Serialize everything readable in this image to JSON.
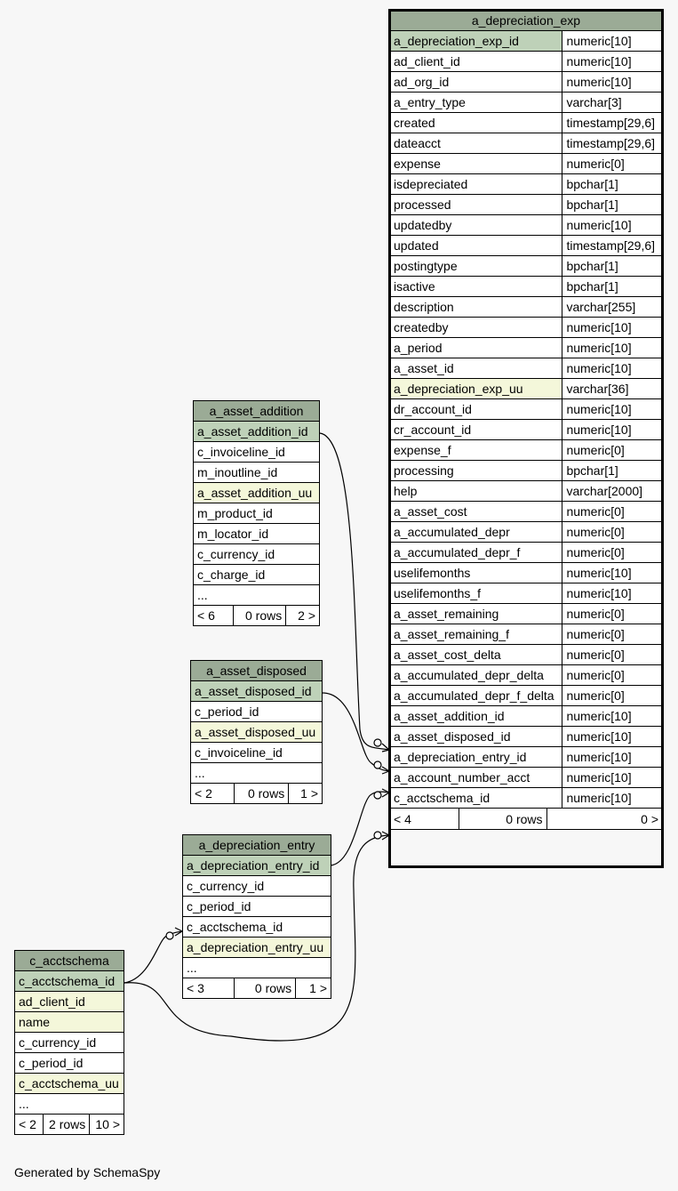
{
  "tables": {
    "depreciation_exp": {
      "title": "a_depreciation_exp",
      "rows": [
        {
          "name": "a_depreciation_exp_id",
          "type": "numeric[10]",
          "kind": "pk"
        },
        {
          "name": "ad_client_id",
          "type": "numeric[10]",
          "kind": ""
        },
        {
          "name": "ad_org_id",
          "type": "numeric[10]",
          "kind": ""
        },
        {
          "name": "a_entry_type",
          "type": "varchar[3]",
          "kind": ""
        },
        {
          "name": "created",
          "type": "timestamp[29,6]",
          "kind": ""
        },
        {
          "name": "dateacct",
          "type": "timestamp[29,6]",
          "kind": ""
        },
        {
          "name": "expense",
          "type": "numeric[0]",
          "kind": ""
        },
        {
          "name": "isdepreciated",
          "type": "bpchar[1]",
          "kind": ""
        },
        {
          "name": "processed",
          "type": "bpchar[1]",
          "kind": ""
        },
        {
          "name": "updatedby",
          "type": "numeric[10]",
          "kind": ""
        },
        {
          "name": "updated",
          "type": "timestamp[29,6]",
          "kind": ""
        },
        {
          "name": "postingtype",
          "type": "bpchar[1]",
          "kind": ""
        },
        {
          "name": "isactive",
          "type": "bpchar[1]",
          "kind": ""
        },
        {
          "name": "description",
          "type": "varchar[255]",
          "kind": ""
        },
        {
          "name": "createdby",
          "type": "numeric[10]",
          "kind": ""
        },
        {
          "name": "a_period",
          "type": "numeric[10]",
          "kind": ""
        },
        {
          "name": "a_asset_id",
          "type": "numeric[10]",
          "kind": ""
        },
        {
          "name": "a_depreciation_exp_uu",
          "type": "varchar[36]",
          "kind": "uu"
        },
        {
          "name": "dr_account_id",
          "type": "numeric[10]",
          "kind": ""
        },
        {
          "name": "cr_account_id",
          "type": "numeric[10]",
          "kind": ""
        },
        {
          "name": "expense_f",
          "type": "numeric[0]",
          "kind": ""
        },
        {
          "name": "processing",
          "type": "bpchar[1]",
          "kind": ""
        },
        {
          "name": "help",
          "type": "varchar[2000]",
          "kind": ""
        },
        {
          "name": "a_asset_cost",
          "type": "numeric[0]",
          "kind": ""
        },
        {
          "name": "a_accumulated_depr",
          "type": "numeric[0]",
          "kind": ""
        },
        {
          "name": "a_accumulated_depr_f",
          "type": "numeric[0]",
          "kind": ""
        },
        {
          "name": "uselifemonths",
          "type": "numeric[10]",
          "kind": ""
        },
        {
          "name": "uselifemonths_f",
          "type": "numeric[10]",
          "kind": ""
        },
        {
          "name": "a_asset_remaining",
          "type": "numeric[0]",
          "kind": ""
        },
        {
          "name": "a_asset_remaining_f",
          "type": "numeric[0]",
          "kind": ""
        },
        {
          "name": "a_asset_cost_delta",
          "type": "numeric[0]",
          "kind": ""
        },
        {
          "name": "a_accumulated_depr_delta",
          "type": "numeric[0]",
          "kind": ""
        },
        {
          "name": "a_accumulated_depr_f_delta",
          "type": "numeric[0]",
          "kind": ""
        },
        {
          "name": "a_asset_addition_id",
          "type": "numeric[10]",
          "kind": ""
        },
        {
          "name": "a_asset_disposed_id",
          "type": "numeric[10]",
          "kind": ""
        },
        {
          "name": "a_depreciation_entry_id",
          "type": "numeric[10]",
          "kind": ""
        },
        {
          "name": "a_account_number_acct",
          "type": "numeric[10]",
          "kind": ""
        },
        {
          "name": "c_acctschema_id",
          "type": "numeric[10]",
          "kind": ""
        }
      ],
      "footer": {
        "parents": "< 4",
        "rows": "0 rows",
        "children": "0 >"
      }
    },
    "asset_addition": {
      "title": "a_asset_addition",
      "rows": [
        {
          "name": "a_asset_addition_id",
          "kind": "pk"
        },
        {
          "name": "c_invoiceline_id",
          "kind": ""
        },
        {
          "name": "m_inoutline_id",
          "kind": ""
        },
        {
          "name": "a_asset_addition_uu",
          "kind": "uu"
        },
        {
          "name": "m_product_id",
          "kind": ""
        },
        {
          "name": "m_locator_id",
          "kind": ""
        },
        {
          "name": "c_currency_id",
          "kind": ""
        },
        {
          "name": "c_charge_id",
          "kind": ""
        },
        {
          "name": "...",
          "kind": ""
        }
      ],
      "footer": {
        "parents": "< 6",
        "rows": "0 rows",
        "children": "2 >"
      }
    },
    "asset_disposed": {
      "title": "a_asset_disposed",
      "rows": [
        {
          "name": "a_asset_disposed_id",
          "kind": "pk"
        },
        {
          "name": "c_period_id",
          "kind": ""
        },
        {
          "name": "a_asset_disposed_uu",
          "kind": "uu"
        },
        {
          "name": "c_invoiceline_id",
          "kind": ""
        },
        {
          "name": "...",
          "kind": ""
        }
      ],
      "footer": {
        "parents": "< 2",
        "rows": "0 rows",
        "children": "1 >"
      }
    },
    "depreciation_entry": {
      "title": "a_depreciation_entry",
      "rows": [
        {
          "name": "a_depreciation_entry_id",
          "kind": "pk"
        },
        {
          "name": "c_currency_id",
          "kind": ""
        },
        {
          "name": "c_period_id",
          "kind": ""
        },
        {
          "name": "c_acctschema_id",
          "kind": ""
        },
        {
          "name": "a_depreciation_entry_uu",
          "kind": "uu"
        },
        {
          "name": "...",
          "kind": ""
        }
      ],
      "footer": {
        "parents": "< 3",
        "rows": "0 rows",
        "children": "1 >"
      }
    },
    "acctschema": {
      "title": "c_acctschema",
      "rows": [
        {
          "name": "c_acctschema_id",
          "kind": "pk"
        },
        {
          "name": "ad_client_id",
          "kind": "uu"
        },
        {
          "name": "name",
          "kind": "uu"
        },
        {
          "name": "c_currency_id",
          "kind": ""
        },
        {
          "name": "c_period_id",
          "kind": ""
        },
        {
          "name": "c_acctschema_uu",
          "kind": "uu"
        },
        {
          "name": "...",
          "kind": ""
        }
      ],
      "footer": {
        "parents": "< 2",
        "rows": "2 rows",
        "children": "10 >"
      }
    }
  },
  "colors": {
    "header": "#9bab96",
    "primary_key": "#bed1b8",
    "unique": "#f4f7da",
    "background": "#f7f7f7"
  },
  "footer_text": "Generated by SchemaSpy"
}
